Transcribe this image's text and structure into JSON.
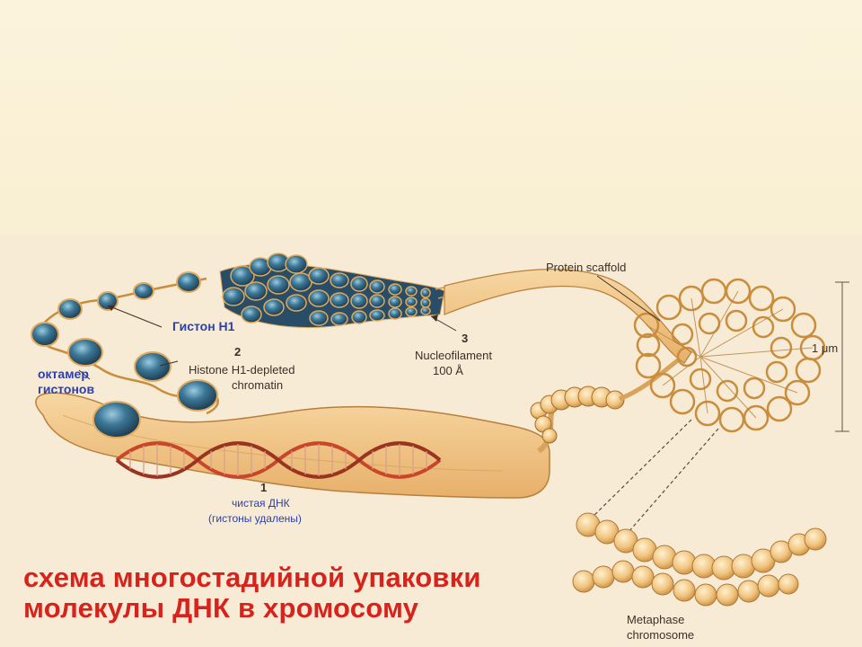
{
  "labels": {
    "protein_scaffold": "Protein scaffold",
    "scale": "1 μm",
    "histone_h1_ru": "Гистон Н1",
    "stage2_number": "2",
    "stage2_line1": "Histone H1-depleted",
    "stage2_line2": "chromatin",
    "octamer_line1": "октамер",
    "octamer_line2": "гистонов",
    "stage3_number": "3",
    "stage3_line1": "Nucleofilament",
    "stage3_line2": "100 Å",
    "stage1_number": "1",
    "stage1_line1": "чистая ДНК",
    "stage1_line2": "(гистоны удалены)",
    "metaphase_line1": "Metaphase",
    "metaphase_line2": "chromosome"
  },
  "caption": {
    "line1": "схема многостадийной упаковки",
    "line2": "молекулы ДНК в хромосому"
  },
  "colors": {
    "caption": "#d8231d",
    "blue_label": "#2b3fae",
    "ribbon": "#f0c47f",
    "helix": "#c8472a",
    "nucleosome": "#2f6a8a",
    "background_top": "#fbf3dc",
    "background_figure": "#f7ebd6"
  }
}
